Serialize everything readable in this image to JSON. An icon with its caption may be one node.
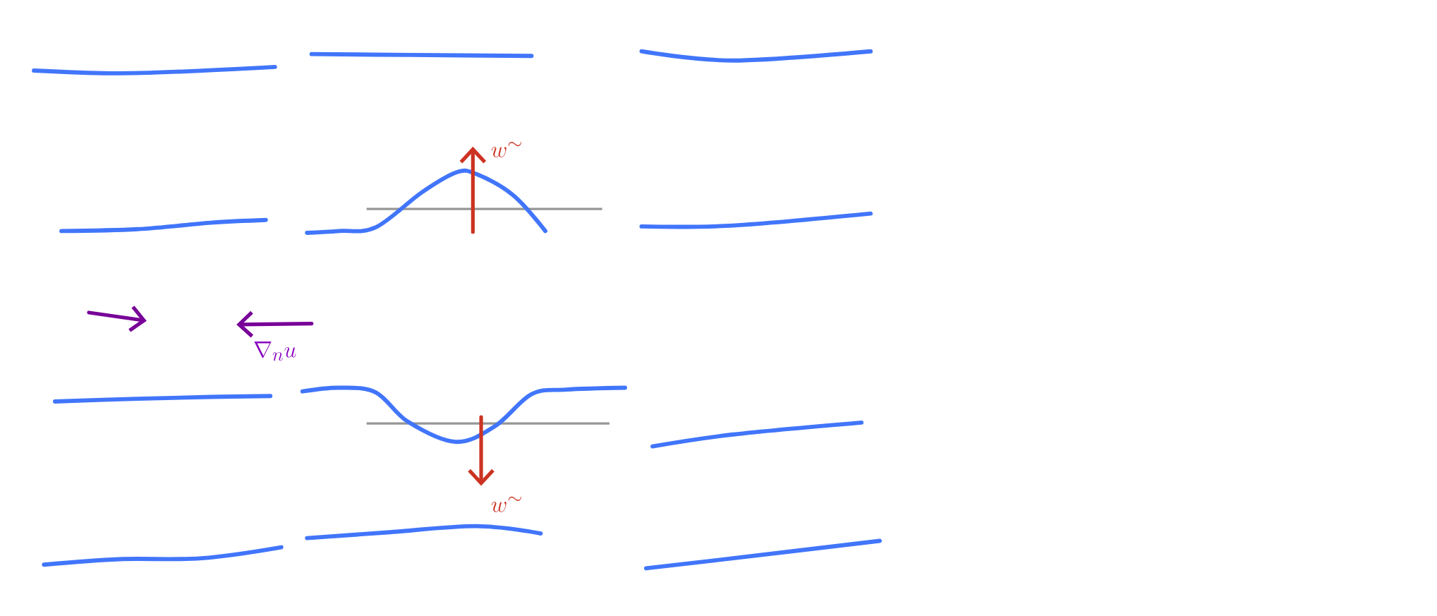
{
  "diagram": {
    "labels": [
      "\\nabla_n u",
      "w^{\\sim}",
      "w^{\\sim}"
    ]
  }
}
